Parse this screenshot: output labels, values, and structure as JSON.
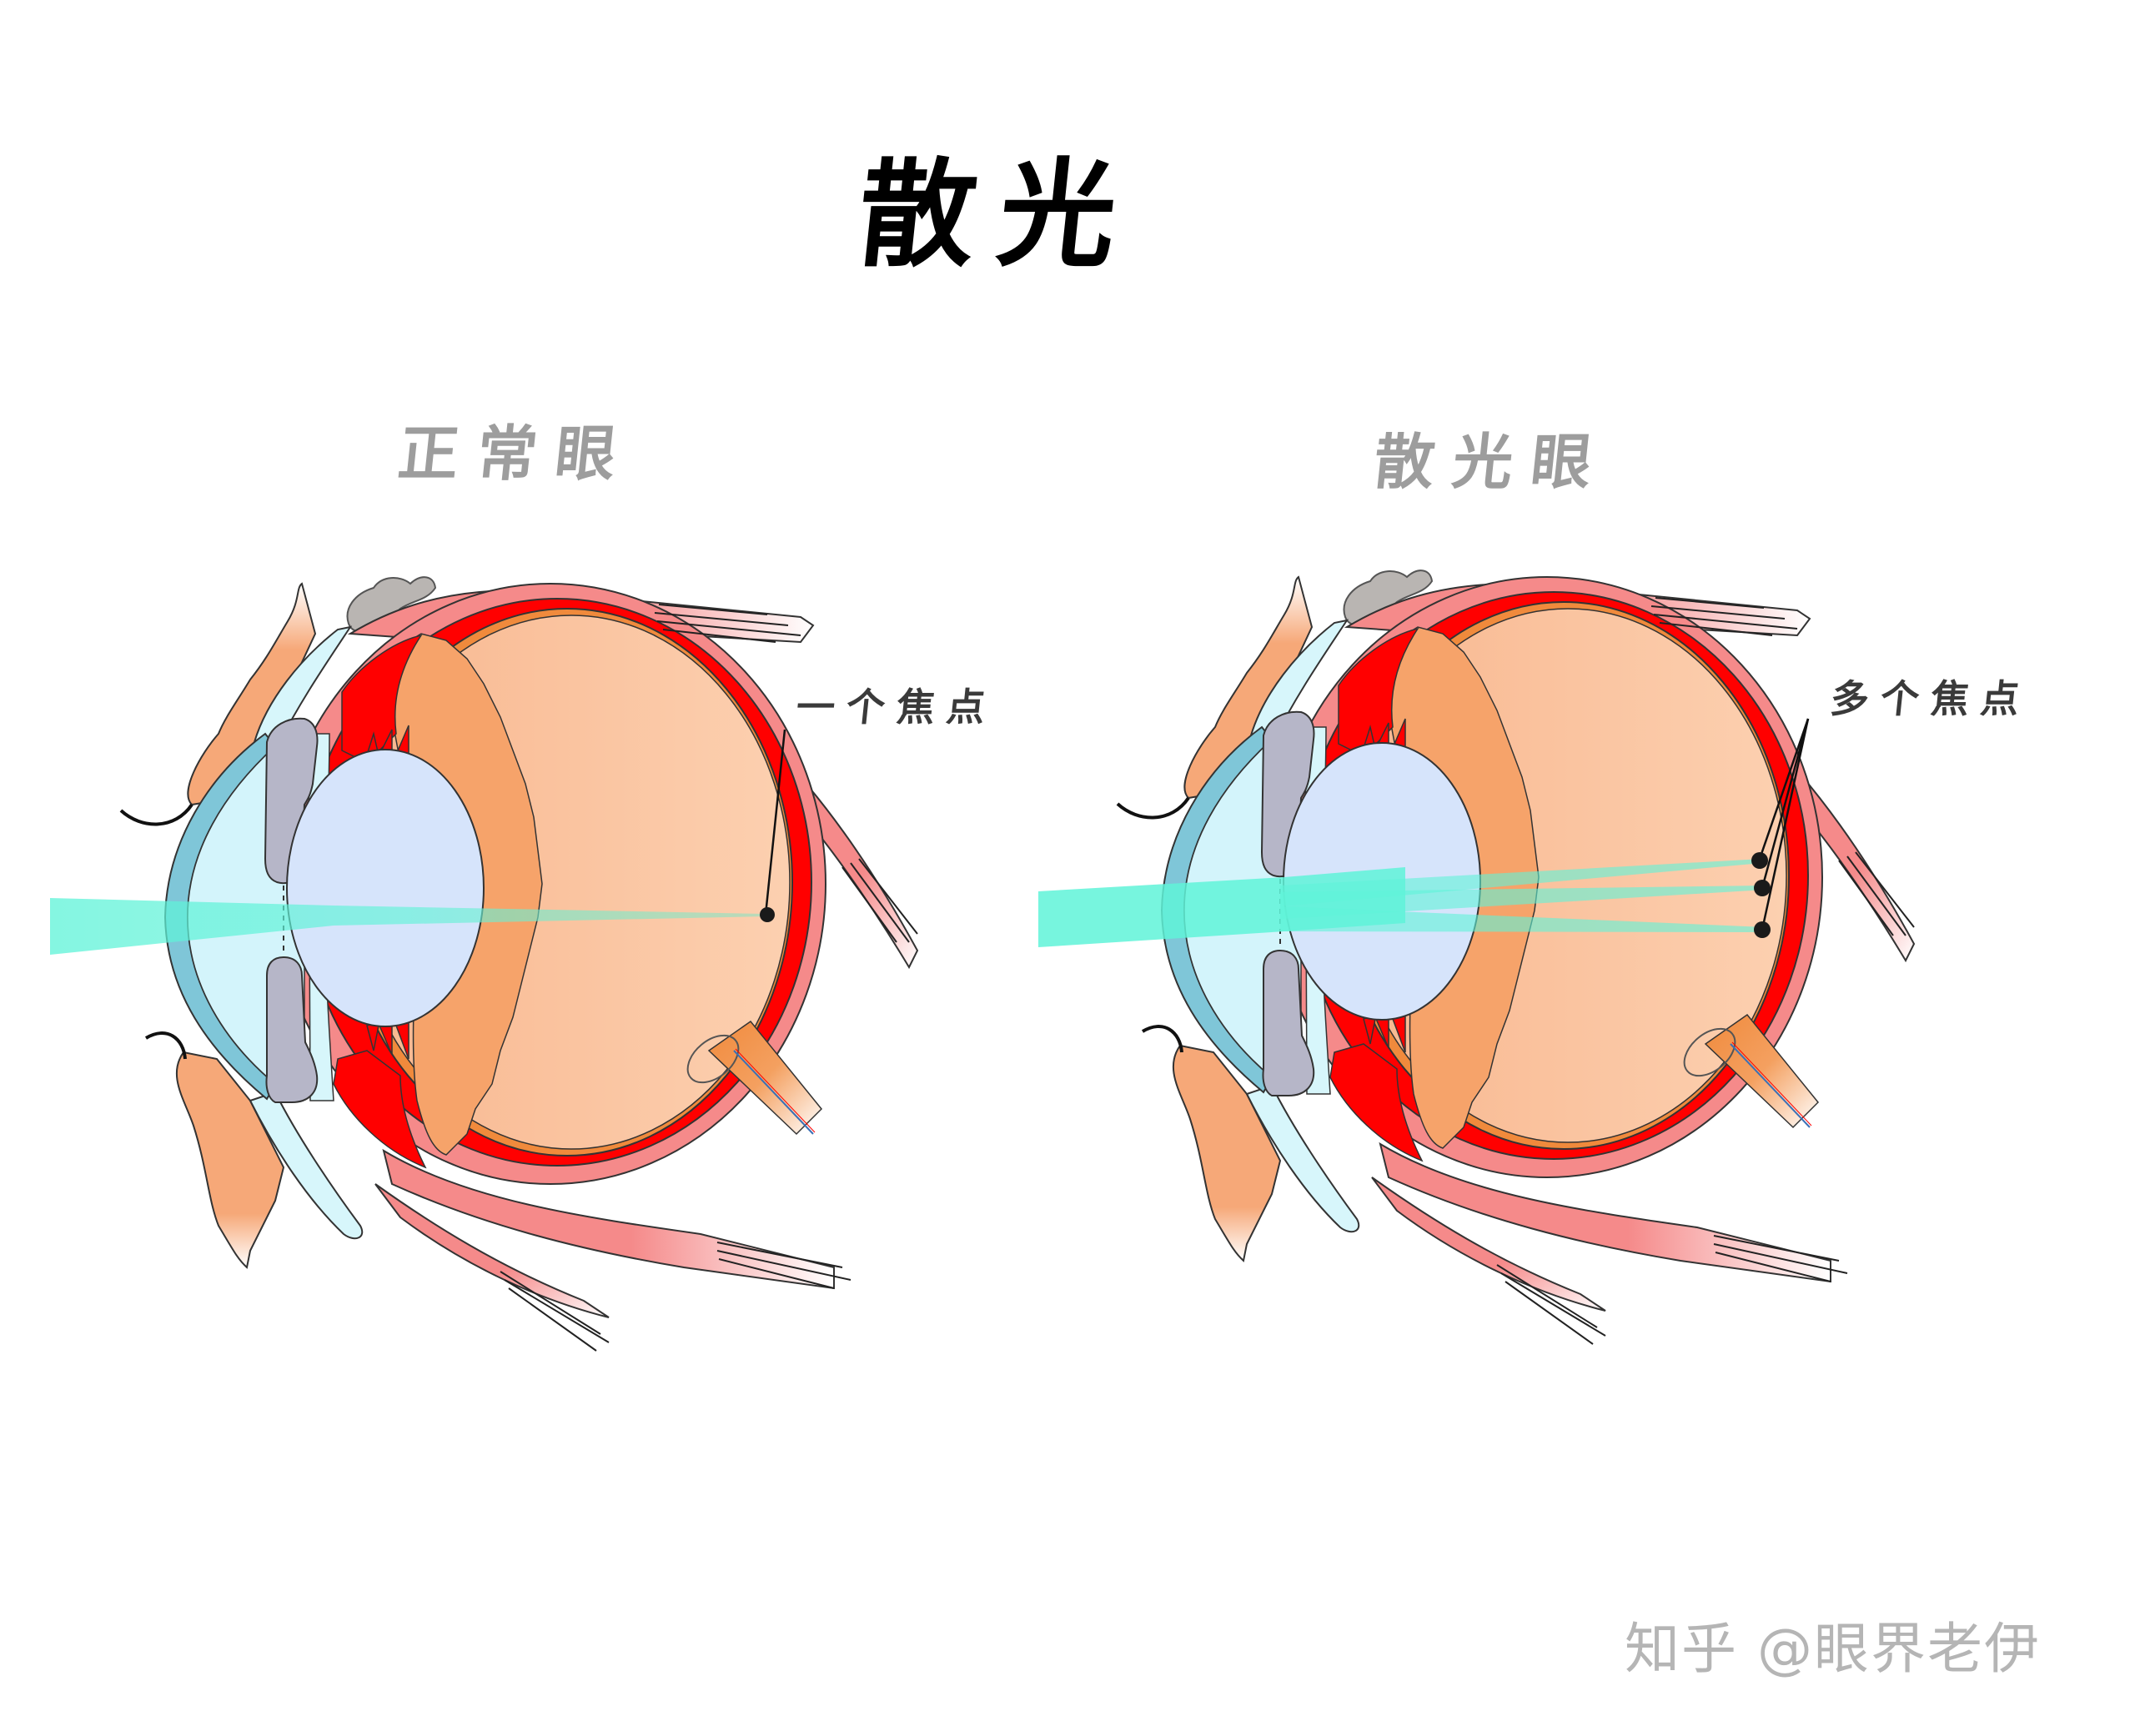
{
  "title": "散光",
  "panels": [
    {
      "label": "正常眼",
      "callout": "一个焦点",
      "focal_points": 1
    },
    {
      "label": "散光眼",
      "callout": "多个焦点",
      "focal_points": 3
    }
  ],
  "watermark": "知乎 @眼界老伊",
  "colors": {
    "sclera_muscle": "#f58a8a",
    "choroid": "#ff0000",
    "retina": "#f08a3c",
    "vitreous": "#fbc7a4",
    "ciliary": "#f6a36a",
    "lens": "#d6e4fb",
    "cornea": "#d3f4fb",
    "cornea_edge": "#7fc6d8",
    "iris": "#b6b6c8",
    "light_beam": "#5ff3d8",
    "title_text": "#000000",
    "label_text": "#9d9d9d",
    "callout_text": "#3a3a3a",
    "watermark_text": "#b5b5b5"
  }
}
